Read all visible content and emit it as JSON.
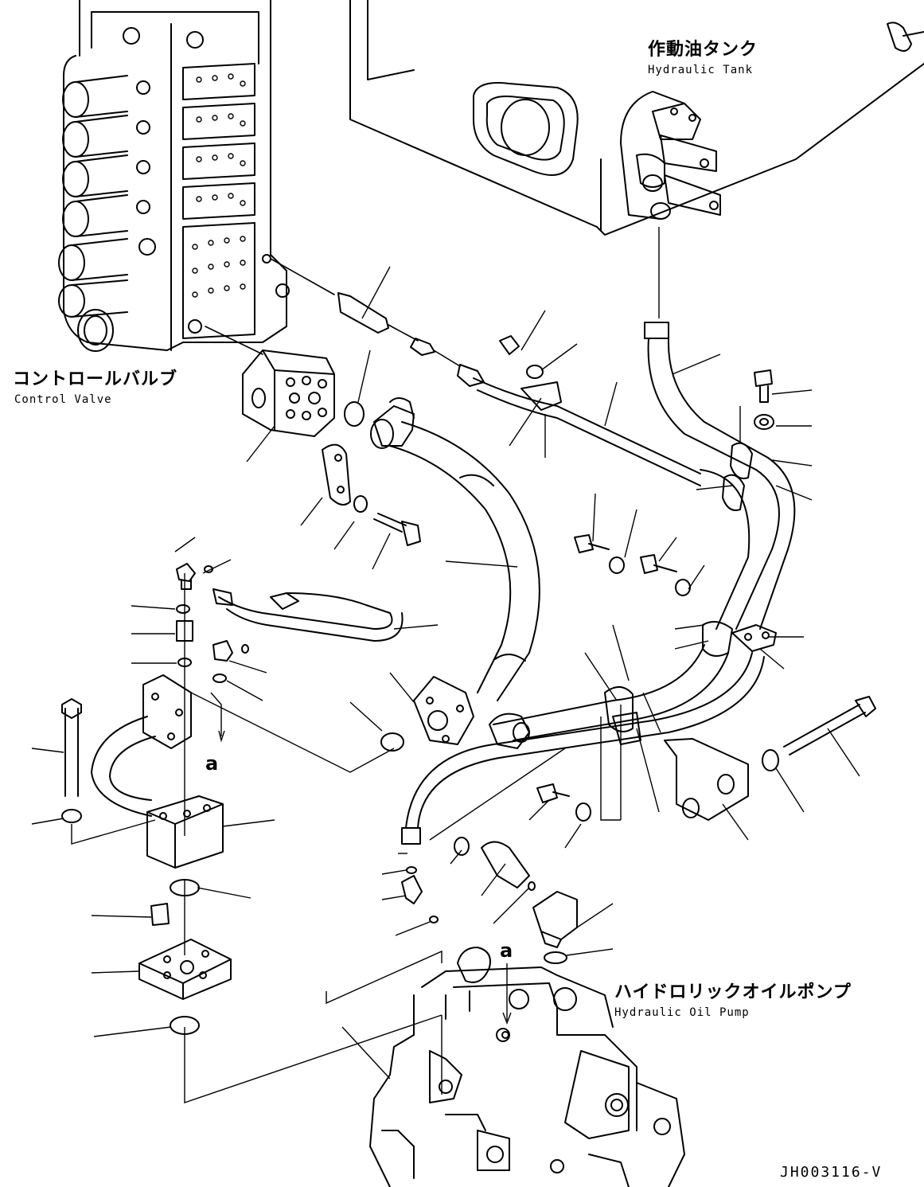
{
  "labels": {
    "tank_jp": "作動油タンク",
    "tank_en": "Hydraulic Tank",
    "valve_jp": "コントロールバルブ",
    "valve_en": "Control Valve",
    "pump_jp": "ハイドロリックオイルポンプ",
    "pump_en": "Hydraulic Oil Pump",
    "mark_a_left": "a",
    "mark_a_pump": "a",
    "drawing_code": "JH003116-V"
  }
}
